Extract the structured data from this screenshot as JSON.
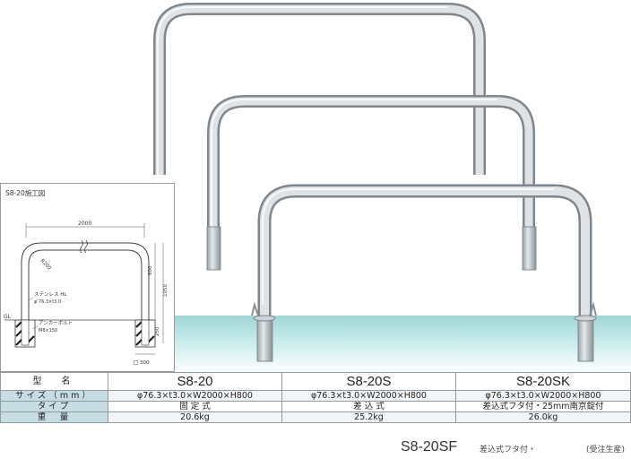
{
  "drawing": {
    "title": "S8-20施工図",
    "width_dim": "2000",
    "radius_dim": "R200",
    "height_dim": "800",
    "total_dim": "1050",
    "embed_dim": "250",
    "ground_label": "GL",
    "pipe_label": "ステンレス HL",
    "pipe_spec": "φ 76.3×t3.0",
    "anchor_label": "アンカーボルト",
    "anchor_spec": "M8×150",
    "base_dim": "300",
    "base_symbol": "□"
  },
  "table": {
    "rows": [
      {
        "label": "型　名",
        "values": [
          "S8-20",
          "S8-20S",
          "S8-20SK"
        ]
      },
      {
        "label": "サイズ（mm）",
        "values": [
          "φ76.3×t3.0×W2000×H800",
          "φ76.3×t3.0×W2000×H800",
          "φ76.3×t3.0×W2000×H800"
        ]
      },
      {
        "label": "タイプ",
        "values": [
          "固 定 式",
          "差 込 式",
          "差込式フタ付・25mm南京錠付"
        ]
      },
      {
        "label": "重　量",
        "values": [
          "20.6kg",
          "25.2kg",
          "26.0kg"
        ]
      }
    ]
  },
  "footer": {
    "model": "S8-20SF",
    "note": "差込式フタ付・",
    "order": "(受注生産)"
  },
  "colors": {
    "pipe": "#c9ced3",
    "ground_top": "#a9dcdc",
    "ground_bottom": "#ffffff",
    "label_cell": "#c5dde3"
  }
}
